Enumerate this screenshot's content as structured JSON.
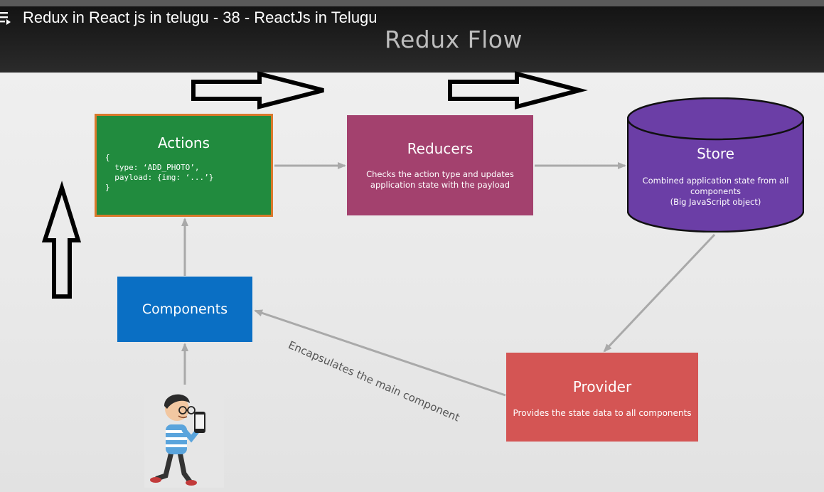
{
  "video": {
    "title": "Redux in React js in telugu - 38 - ReactJs in Telugu"
  },
  "slide": {
    "title": "Redux Flow",
    "nodes": {
      "actions": {
        "title": "Actions",
        "code": "{\n  type: ‘ADD_PHOTO’,\n  payload: {img: ‘...’}\n}"
      },
      "reducers": {
        "title": "Reducers",
        "desc_line1": "Checks the action type and updates",
        "desc_line2": "application state with the payload"
      },
      "store": {
        "title": "Store",
        "desc_line1": "Combined application state from all",
        "desc_line2": "components",
        "desc_line3": "(Big JavaScript object)"
      },
      "components": {
        "title": "Components"
      },
      "provider": {
        "title": "Provider",
        "desc": "Provides the state data to all components"
      }
    },
    "edge_label": "Encapsulates the main component"
  },
  "colors": {
    "actions": "#218b3e",
    "reducers": "#a3416e",
    "store": "#6b3ea6",
    "components": "#0a6fc4",
    "provider": "#d45554",
    "connector": "#a9a9a9"
  }
}
